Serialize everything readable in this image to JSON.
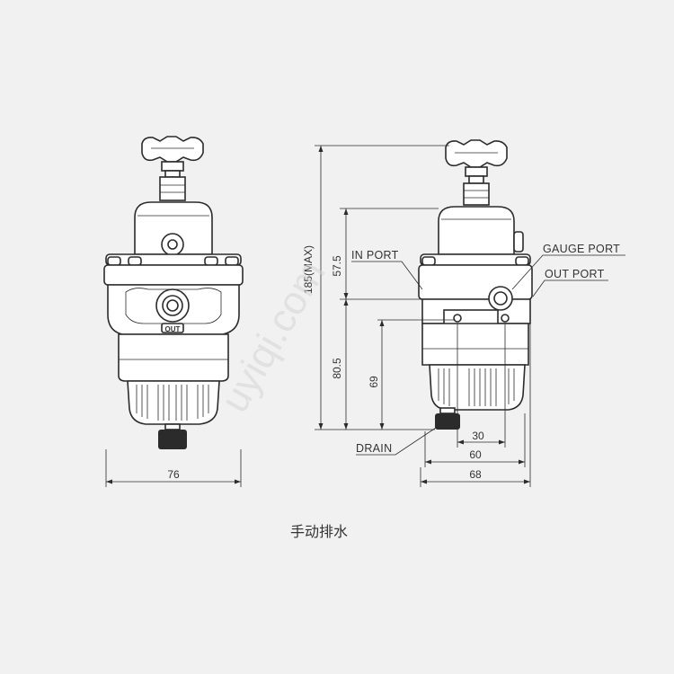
{
  "watermark": "uyiqi.com",
  "caption": "手动排水",
  "front_view": {
    "out_label": "OUT",
    "width_dim": "76"
  },
  "side_view": {
    "labels": {
      "in_port": "IN PORT",
      "gauge_port": "GAUGE PORT",
      "out_port": "OUT PORT",
      "drain": "DRAIN"
    },
    "dimensions": {
      "total_height": "185(MAX)",
      "upper_height": "57.5",
      "lower_height": "80.5",
      "drain_height": "69",
      "dim_30": "30",
      "dim_60": "60",
      "dim_68": "68"
    }
  }
}
